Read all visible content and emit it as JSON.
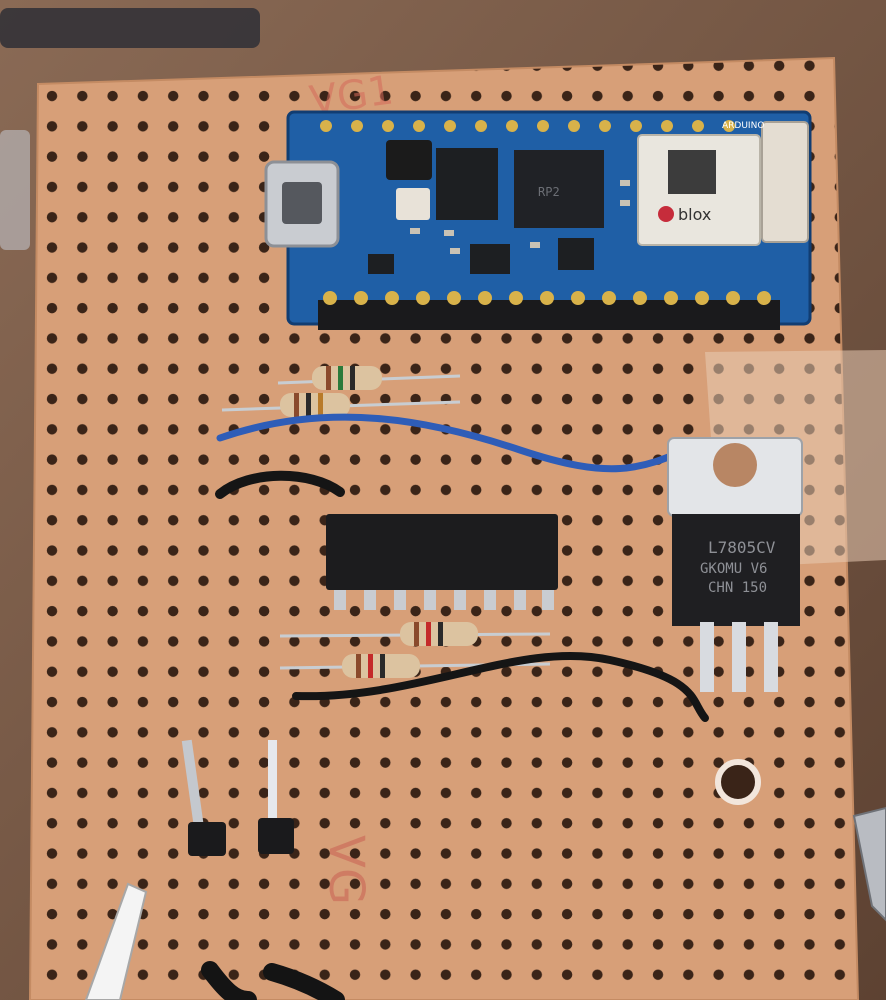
{
  "photo": {
    "arduino": {
      "brand_text": "ARDUINO",
      "module_text": "blox"
    },
    "regulator": {
      "line1": "L7805CV",
      "line2": "GKOMU  V6",
      "line3": "CHN 150"
    },
    "board_marks": {
      "top_label": "VG1",
      "bottom_label": "VG"
    }
  }
}
